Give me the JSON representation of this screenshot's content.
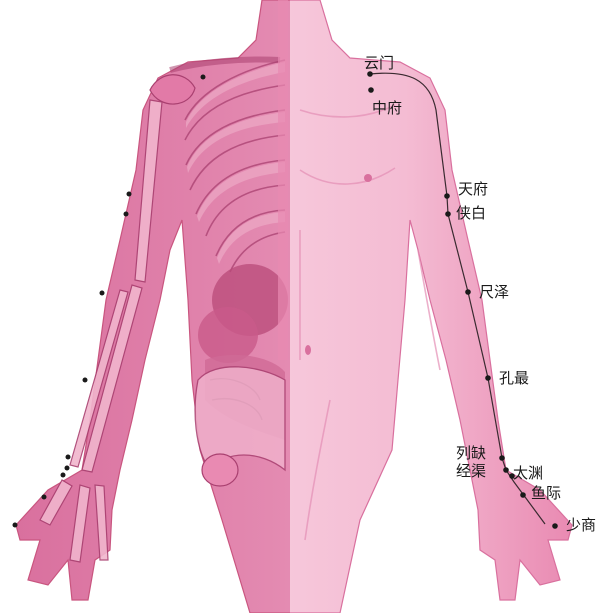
{
  "colors": {
    "background": "#ffffff",
    "skin_light": "#f6c3d8",
    "skin_mid": "#e98ab2",
    "skin_dark": "#c9557f",
    "bone": "#f1b5cd",
    "bone_line": "#a94070",
    "organ": "#b84a78",
    "channel_line": "#3a2a30",
    "point": "#1a1a1a"
  },
  "figure": {
    "subject": "human-upper-body",
    "left_half": "anatomical-skeleton-and-organs",
    "right_half": "skin-surface",
    "channel": "lung-meridian"
  },
  "points": [
    {
      "id": "yunmen",
      "label": "云门"
    },
    {
      "id": "zhongfu",
      "label": "中府"
    },
    {
      "id": "tianfu",
      "label": "天府"
    },
    {
      "id": "xiabai",
      "label": "侠白"
    },
    {
      "id": "chize",
      "label": "尺泽"
    },
    {
      "id": "kongzui",
      "label": "孔最"
    },
    {
      "id": "lieque",
      "label": "列缺"
    },
    {
      "id": "jingqu",
      "label": "经渠"
    },
    {
      "id": "taiyuan",
      "label": "太渊"
    },
    {
      "id": "yuji",
      "label": "鱼际"
    },
    {
      "id": "shaoshang",
      "label": "少商"
    }
  ]
}
